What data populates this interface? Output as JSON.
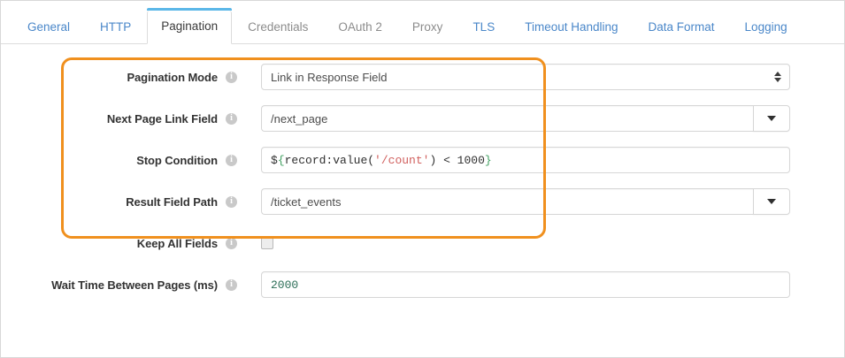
{
  "tabs": [
    {
      "label": "General",
      "state": "link"
    },
    {
      "label": "HTTP",
      "state": "link"
    },
    {
      "label": "Pagination",
      "state": "active"
    },
    {
      "label": "Credentials",
      "state": "muted"
    },
    {
      "label": "OAuth 2",
      "state": "muted"
    },
    {
      "label": "Proxy",
      "state": "muted"
    },
    {
      "label": "TLS",
      "state": "link"
    },
    {
      "label": "Timeout Handling",
      "state": "link"
    },
    {
      "label": "Data Format",
      "state": "link"
    },
    {
      "label": "Logging",
      "state": "link"
    }
  ],
  "form": {
    "pagination_mode": {
      "label": "Pagination Mode",
      "value": "Link in Response Field",
      "control": "select"
    },
    "next_page_link_field": {
      "label": "Next Page Link Field",
      "value": "/next_page",
      "control": "text-with-dropdown"
    },
    "stop_condition": {
      "label": "Stop Condition",
      "value": "${record:value('/count') < 1000}",
      "control": "expression",
      "tokens": [
        {
          "text": "$",
          "type": "plain"
        },
        {
          "text": "{",
          "type": "brace"
        },
        {
          "text": "record:value(",
          "type": "plain"
        },
        {
          "text": "'/count'",
          "type": "string"
        },
        {
          "text": ") < 1000",
          "type": "plain"
        },
        {
          "text": "}",
          "type": "brace"
        }
      ]
    },
    "result_field_path": {
      "label": "Result Field Path",
      "value": "/ticket_events",
      "control": "text-with-dropdown"
    },
    "keep_all_fields": {
      "label": "Keep All Fields",
      "checked": false,
      "control": "checkbox"
    },
    "wait_time_between_pages": {
      "label": "Wait Time Between Pages (ms)",
      "value": "2000",
      "control": "number"
    }
  },
  "annotation": {
    "highlight_color": "#f0901e",
    "name": "pagination-settings-highlight"
  },
  "colors": {
    "tab_link": "#4a87c9",
    "tab_active_underline": "#5bb7e8",
    "tab_muted": "#8c8c8c",
    "field_border": "#d6d6d6",
    "label_text": "#333333",
    "expression_string": "#d1605e",
    "expression_brace": "#3f9f5f",
    "number_value": "#2c6e57"
  }
}
